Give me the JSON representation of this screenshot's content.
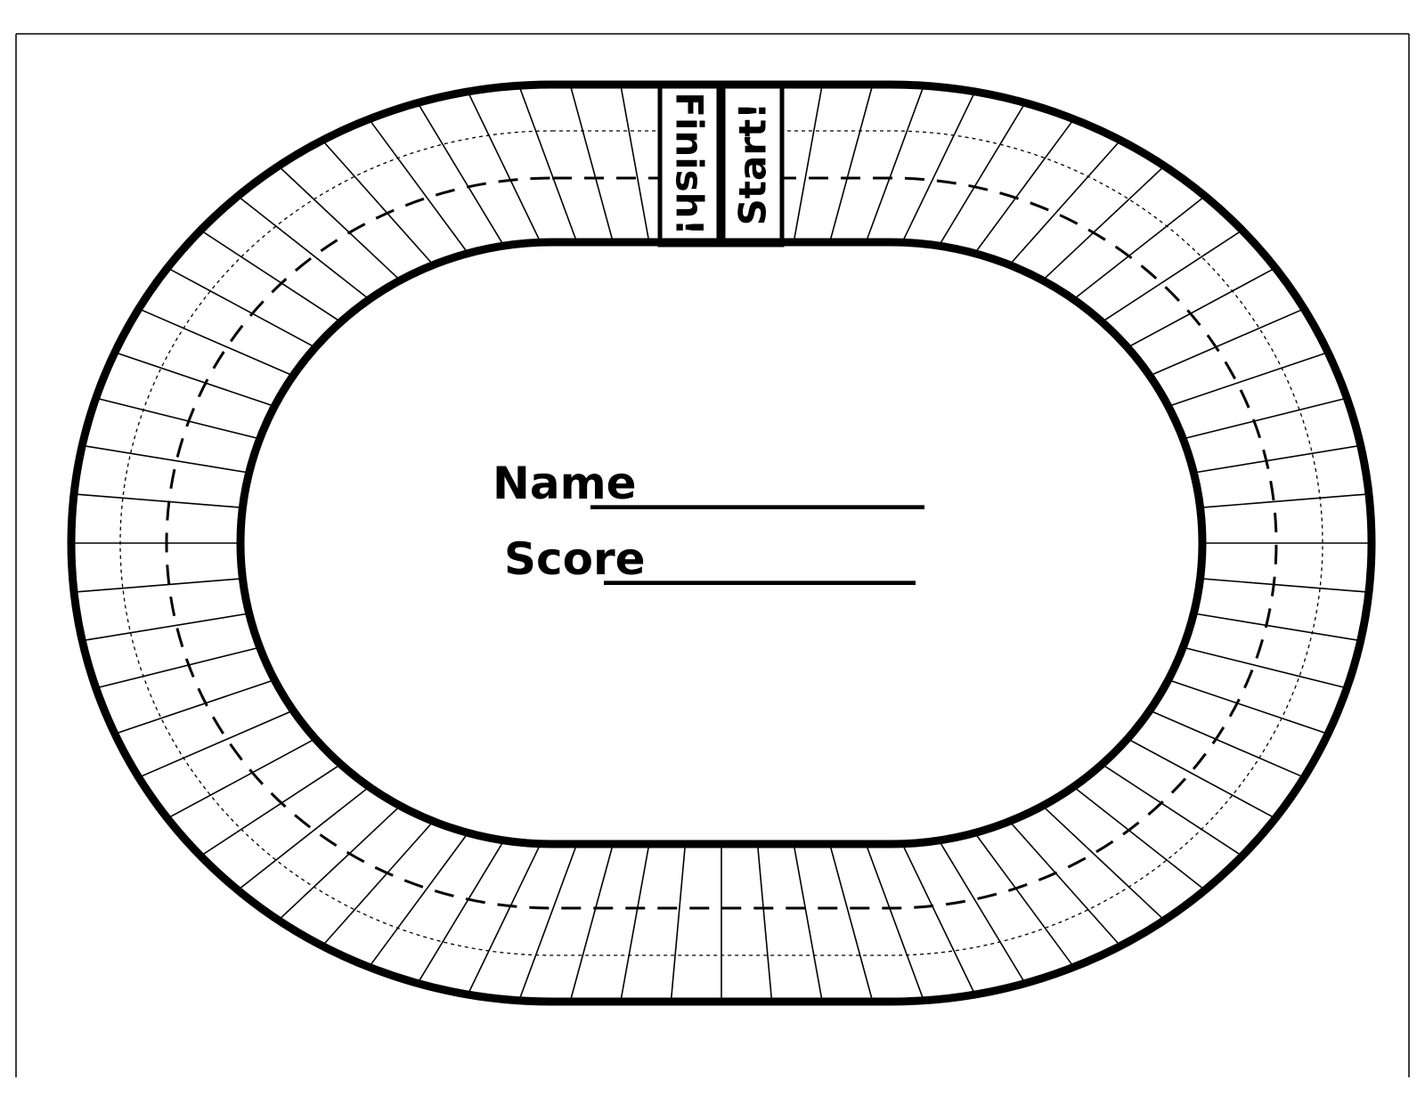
{
  "board": {
    "finish_label": "Finish!",
    "start_label": "Start!",
    "name_label": "Name",
    "name_blank": "_______________",
    "score_label": "Score",
    "score_blank": "______________",
    "space_count": 72
  },
  "colors": {
    "ink": "#000000",
    "paper": "#ffffff"
  }
}
